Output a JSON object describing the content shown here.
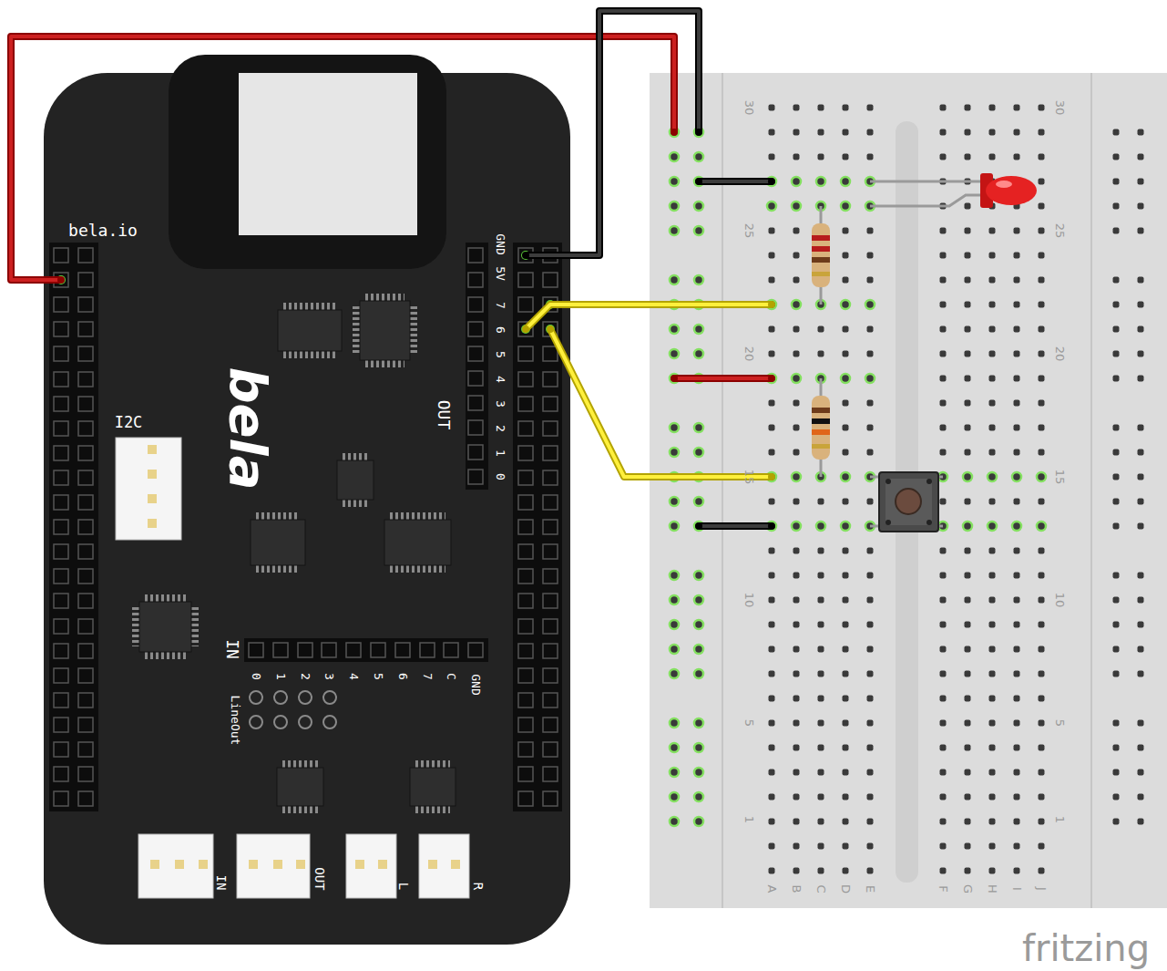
{
  "diagram": {
    "labels": [
      "bela.io",
      "GND",
      "5V",
      "7",
      "6",
      "5",
      "4",
      "3",
      "2",
      "1",
      "0",
      "OUT",
      "I2C",
      "bela",
      "IN",
      "0",
      "1",
      "2",
      "3",
      "4",
      "5",
      "6",
      "7",
      "C",
      "GND",
      "LineOut",
      "IN",
      "OUT",
      "L",
      "R",
      "30",
      "25",
      "20",
      "15",
      "10",
      "5",
      "1",
      "30",
      "25",
      "20",
      "15",
      "10",
      "5",
      "1",
      "A",
      "B",
      "C",
      "D",
      "E",
      "F",
      "G",
      "H",
      "I",
      "J",
      "fritzing"
    ]
  }
}
